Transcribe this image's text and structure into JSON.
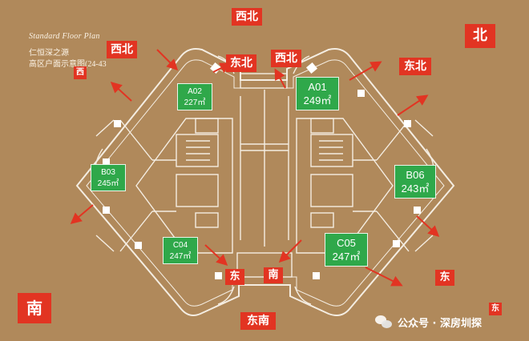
{
  "header": {
    "title_en": "Standard Floor Plan",
    "title_line1": "仁恒深之源",
    "title_line2": "高区户面示意图(24-43"
  },
  "directions": {
    "top_northwest": "西北",
    "north_corner": "北",
    "left_northwest": "西北",
    "small_northwest": "西",
    "inner_northeast": "东北",
    "inner_northwest": "西北",
    "right_northeast": "东北",
    "east_mid": "东",
    "south_mid": "南",
    "east_right": "东",
    "south_corner": "南",
    "southeast_bottom": "东南",
    "small_east": "东"
  },
  "units": [
    {
      "code": "A02",
      "area": "227㎡"
    },
    {
      "code": "A01",
      "area": "249㎡"
    },
    {
      "code": "B03",
      "area": "245㎡"
    },
    {
      "code": "B06",
      "area": "243㎡"
    },
    {
      "code": "C04",
      "area": "247㎡"
    },
    {
      "code": "C05",
      "area": "247㎡"
    }
  ],
  "watermark": {
    "text": "公众号 · 深房圳探",
    "icon": "wechat-icon"
  },
  "colors": {
    "background": "#b0895b",
    "direction_label": "#e23422",
    "unit_label": "#2fa84a",
    "plan_line": "#f4ede2",
    "arrow": "#e23422"
  }
}
